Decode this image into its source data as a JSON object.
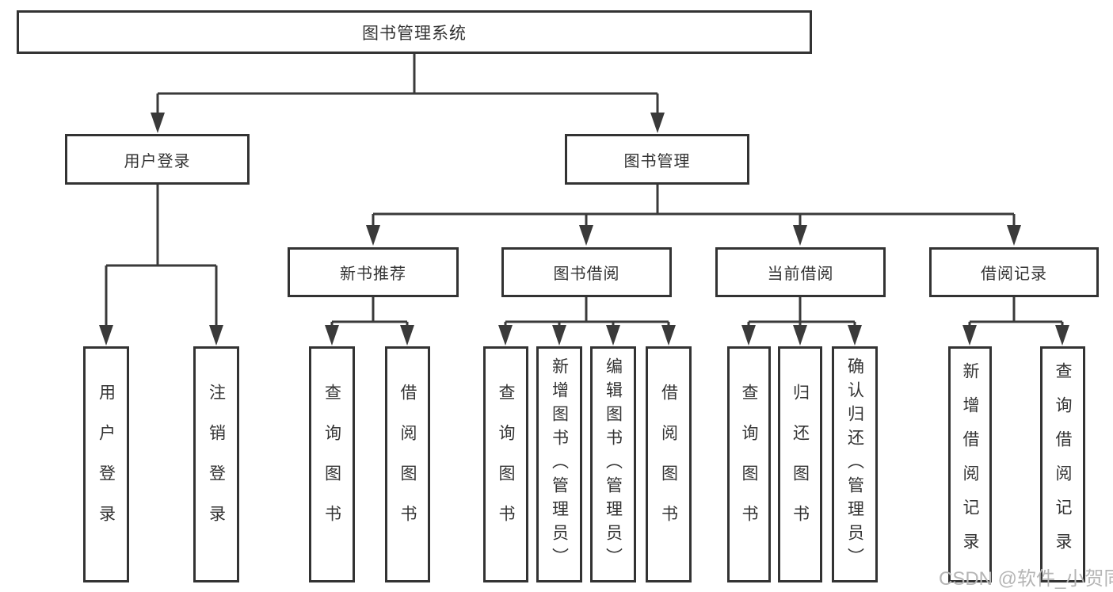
{
  "nodes": {
    "root": {
      "label": "图书管理系统"
    },
    "level2": [
      {
        "label": "用户登录"
      },
      {
        "label": "图书管理"
      }
    ],
    "level3": [
      {
        "label": "新书推荐"
      },
      {
        "label": "图书借阅"
      },
      {
        "label": "当前借阅"
      },
      {
        "label": "借阅记录"
      }
    ],
    "leaves": [
      {
        "label": "用户登录"
      },
      {
        "label": "注销登录"
      },
      {
        "label": "查询图书"
      },
      {
        "label": "借阅图书"
      },
      {
        "label": "查询图书"
      },
      {
        "label": "新增图书（管理员）"
      },
      {
        "label": "编辑图书（管理员）"
      },
      {
        "label": "借阅图书"
      },
      {
        "label": "查询图书"
      },
      {
        "label": "归还图书"
      },
      {
        "label": "确认归还（管理员）"
      },
      {
        "label": "新增借阅记录"
      },
      {
        "label": "查询借阅记录"
      }
    ]
  },
  "watermark": {
    "text": "CSDN @软件_小贺同学"
  },
  "colors": {
    "line": "#3a3a3a",
    "border": "#333333",
    "text": "#333333",
    "watermark": "#b5b5b5",
    "background": "#ffffff"
  }
}
